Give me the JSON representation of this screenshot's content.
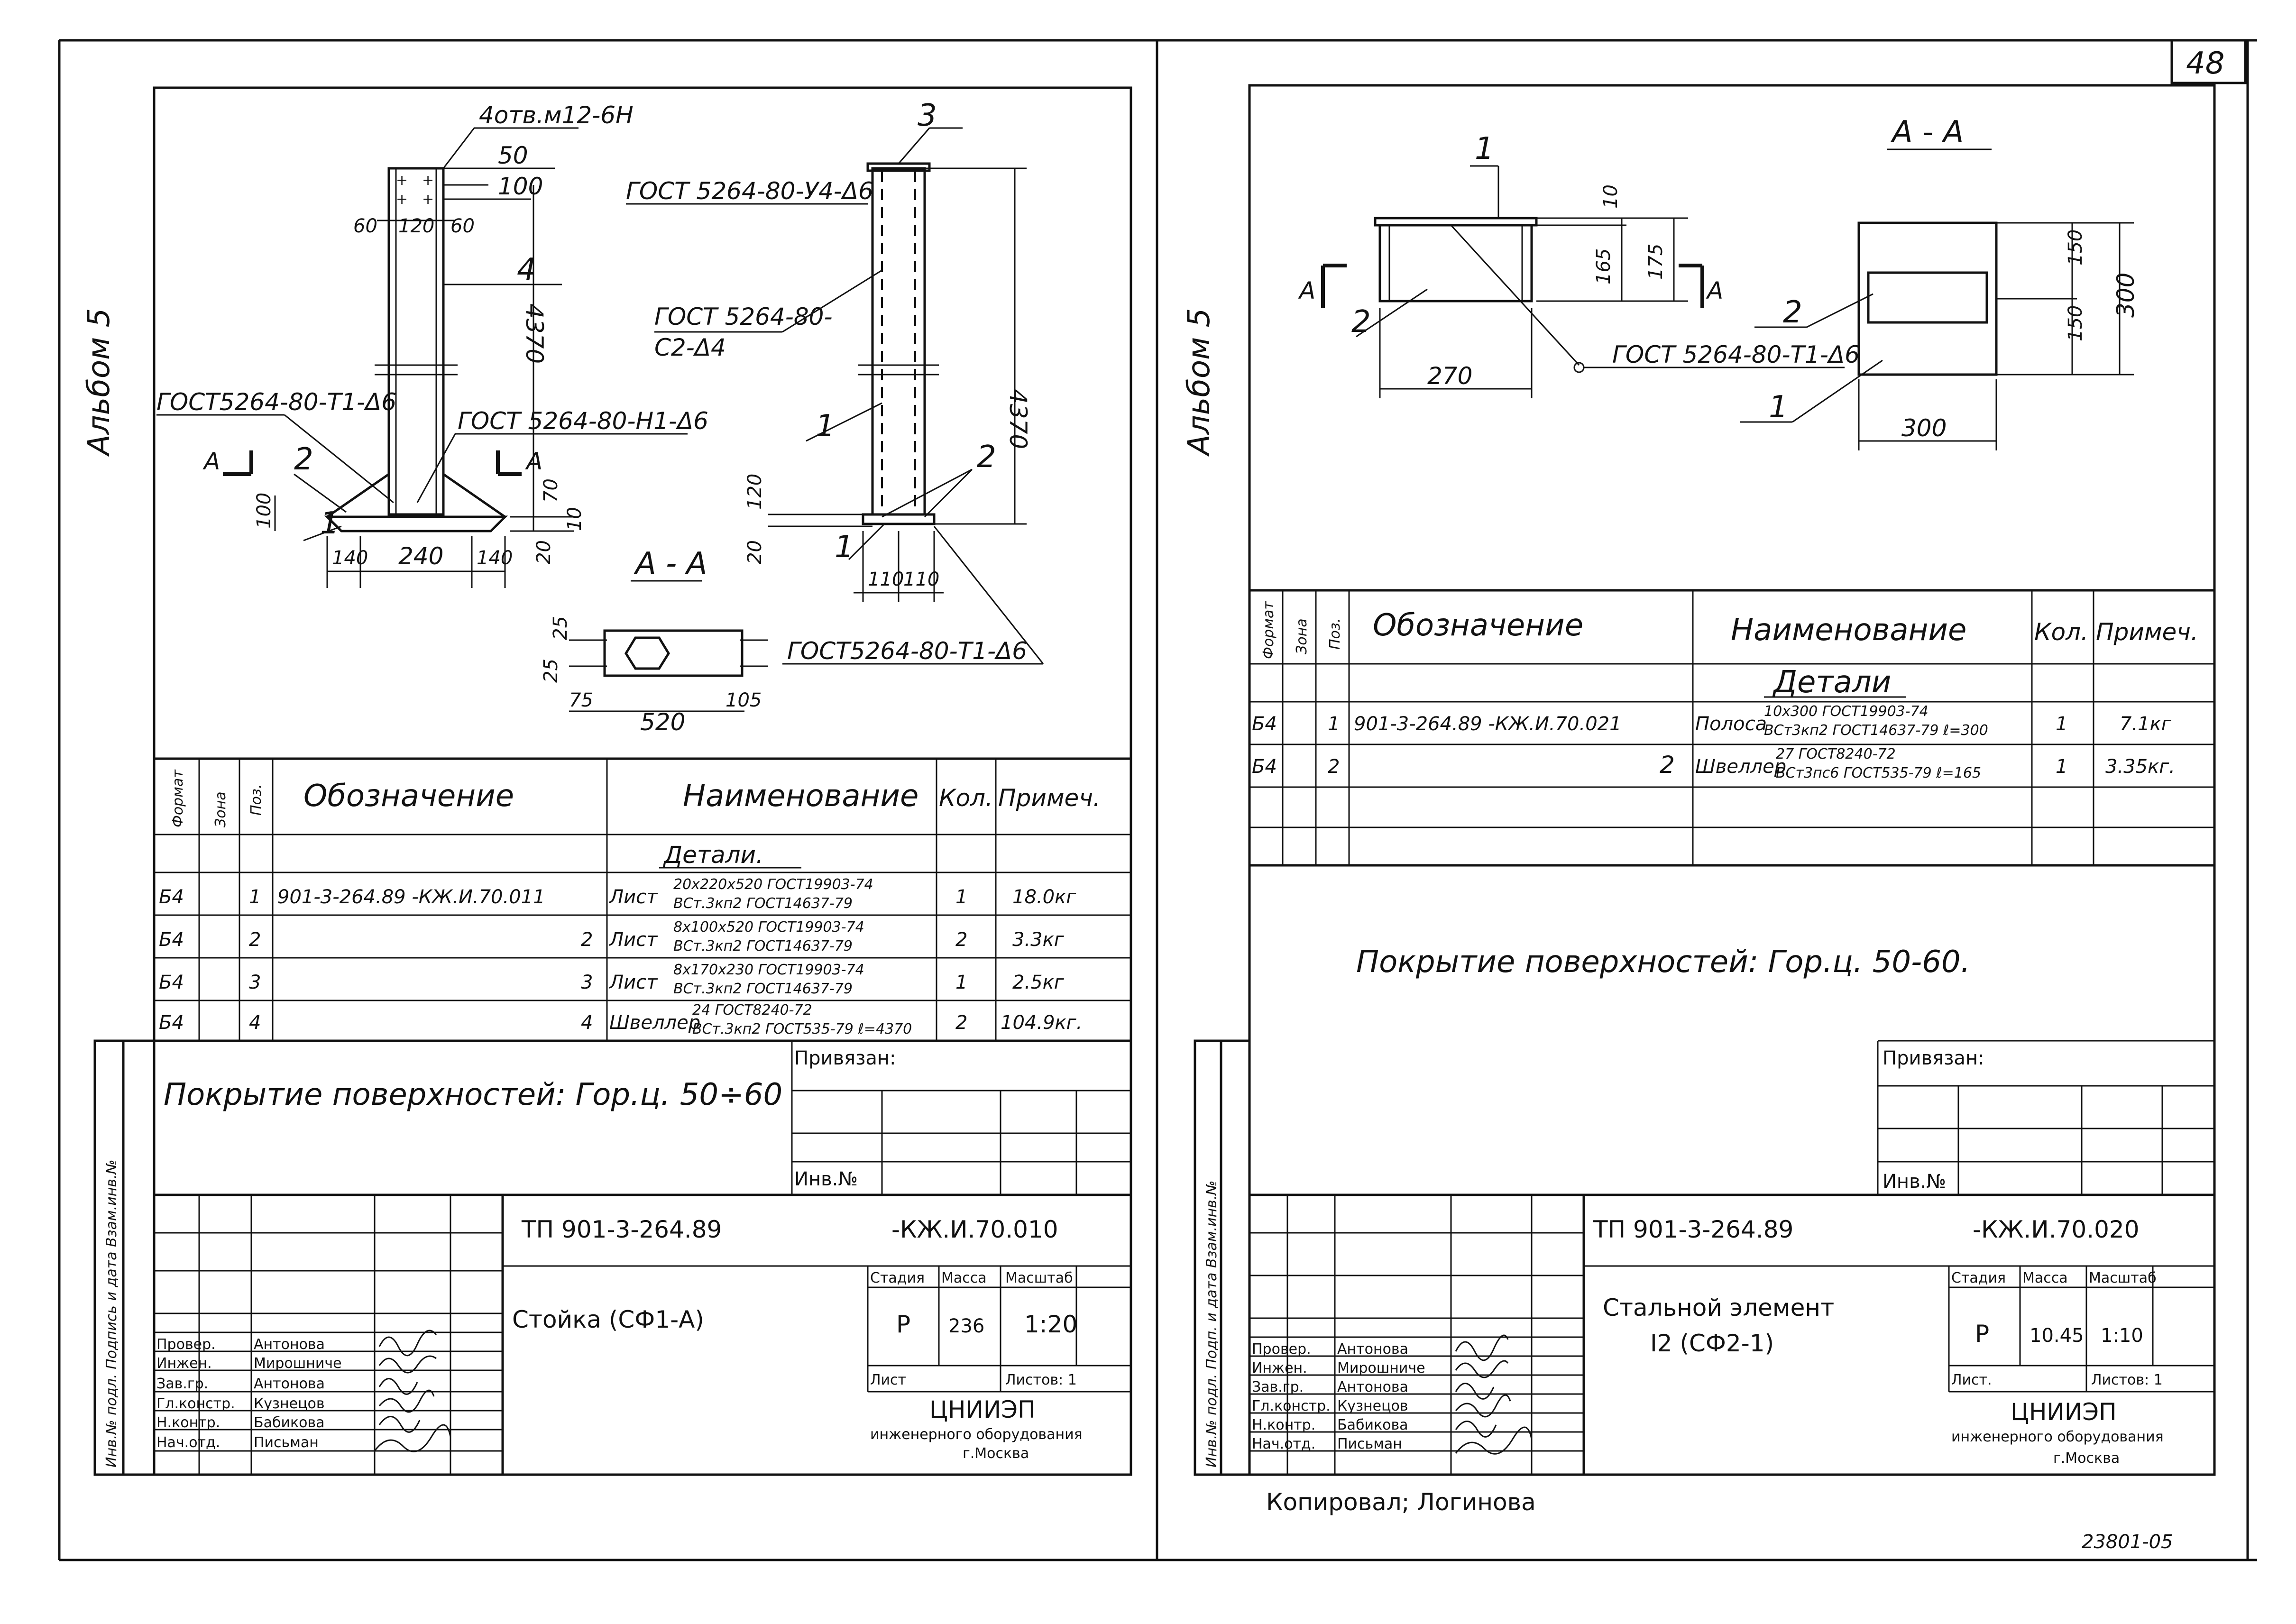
{
  "page_number": "48",
  "footer_code": "23801-05",
  "copied_by": "Копировал; Логинова",
  "left": {
    "album": "Альбом 5",
    "side_stamp": "Инв.№ подл. Подпись и дата Взам.инв.№",
    "callouts": {
      "thread": "4отв.м12-6Н",
      "weld_top": "ГОСТ 5264-80-У4-Δ6",
      "weld_side_1": "ГОСТ 5264-80-",
      "weld_side_2": "С2-Δ4",
      "weld_base_left": "ГОСТ5264-80-Т1-Δ6",
      "weld_base_mid": "ГОСТ 5264-80-Н1-Δ6",
      "weld_bottom": "ГОСТ5264-80-Т1-Δ6",
      "section_title": "А - А",
      "section_mark": "А"
    },
    "dims": {
      "d50": "50",
      "d100a": "100",
      "d60l": "60",
      "d120": "120",
      "d60r": "60",
      "d4370a": "4370",
      "d4370b": "4370",
      "d100b": "100",
      "d70": "70",
      "d10": "10",
      "d20a": "20",
      "d140l": "140",
      "d240": "240",
      "d140r": "140",
      "d120b": "120",
      "d20b": "20",
      "d110l": "110",
      "d110r": "110",
      "d25a": "25",
      "d25b": "25",
      "d75": "75",
      "d520": "520",
      "d105": "105"
    },
    "positions": {
      "p1a": "1",
      "p2a": "2",
      "p3": "3",
      "p4": "4",
      "p1b": "1",
      "p2b": "2",
      "p1c": "1"
    },
    "spec": {
      "headers": {
        "format": "Формат",
        "zone": "Зона",
        "pos": "Поз.",
        "designation": "Обозначение",
        "name": "Наименование",
        "qty": "Кол.",
        "note": "Примеч."
      },
      "section": "Детали.",
      "rows": [
        {
          "format": "Б4",
          "pos": "1",
          "designation": "901-3-264.89   -КЖ.И.70.011",
          "name": "Лист",
          "spec_top": "20х220х520 ГОСТ19903-74",
          "spec_bot": "ВСт.3кп2 ГОСТ14637-79",
          "qty": "1",
          "note": "18.0кг"
        },
        {
          "format": "Б4",
          "pos": "2",
          "designation": "2",
          "name": "Лист",
          "spec_top": "8х100х520 ГОСТ19903-74",
          "spec_bot": "ВСт.3кп2 ГОСТ14637-79",
          "qty": "2",
          "note": "3.3кг"
        },
        {
          "format": "Б4",
          "pos": "3",
          "designation": "3",
          "name": "Лист",
          "spec_top": "8х170х230 ГОСТ19903-74",
          "spec_bot": "ВСт.3кп2 ГОСТ14637-79",
          "qty": "1",
          "note": "2.5кг"
        },
        {
          "format": "Б4",
          "pos": "4",
          "designation": "4",
          "name": "Швеллер",
          "spec_top": "24 ГОСТ8240-72",
          "spec_bot": "ВСт.3кп2 ГОСТ535-79 ℓ=4370",
          "qty": "2",
          "note": "104.9кг."
        }
      ]
    },
    "coating": "Покрытие поверхностей: Гор.ц. 50÷60",
    "title_block": {
      "privyazan": "Привязан:",
      "inv": "Инв.№",
      "doc_code": "ТП 901-3-264.89",
      "doc_sheet": "-КЖ.И.70.010",
      "name": "Стойка (СФ1-А)",
      "stage_h": "Стадия",
      "mass_h": "Масса",
      "scale_h": "Масштаб",
      "stage": "Р",
      "mass": "236",
      "scale": "1:20",
      "sheet_h": "Лист",
      "sheets_h": "Листов: 1",
      "org_1": "ЦНИИЭП",
      "org_2": "инженерного оборудования",
      "org_3": "г.Москва",
      "roles": [
        "Провер.",
        "Инжен.",
        "Зав.гр.",
        "Гл.констр.",
        "Н.контр.",
        "Нач.отд."
      ],
      "names": [
        "Антонова",
        "Мирошниче",
        "Антонова",
        "Кузнецов",
        "Бабикова",
        "Письман"
      ]
    }
  },
  "right": {
    "album": "Альбом 5",
    "side_stamp": "Инв.№ подл. Подп. и дата Взам.инв.№",
    "callouts": {
      "section_title": "А - А",
      "weld": "ГОСТ 5264-80-Т1-Δ6",
      "section_mark_l": "А",
      "section_mark_r": "А"
    },
    "dims": {
      "d10": "10",
      "d165": "165",
      "d175": "175",
      "d270": "270",
      "d150a": "150",
      "d150b": "150",
      "d300v": "300",
      "d300h": "300"
    },
    "positions": {
      "p1a": "1",
      "p2a": "2",
      "p2b": "2",
      "p1b": "1"
    },
    "spec": {
      "headers": {
        "format": "Формат",
        "zone": "Зона",
        "pos": "Поз.",
        "designation": "Обозначение",
        "name": "Наименование",
        "qty": "Кол.",
        "note": "Примеч."
      },
      "section": "Детали",
      "rows": [
        {
          "format": "Б4",
          "pos": "1",
          "designation": "901-3-264.89   -КЖ.И.70.021",
          "name": "Полоса",
          "spec_top": "10х300 ГОСТ19903-74",
          "spec_bot": "ВСт3кп2 ГОСТ14637-79 ℓ=300",
          "qty": "1",
          "note": "7.1кг"
        },
        {
          "format": "Б4",
          "pos": "2",
          "designation": "2",
          "name": "Швеллер",
          "spec_top": "27 ГОСТ8240-72",
          "spec_bot": "ВСт3пс6 ГОСТ535-79 ℓ=165",
          "qty": "1",
          "note": "3.35кг."
        }
      ]
    },
    "coating": "Покрытие поверхностей: Гор.ц. 50-60.",
    "title_block": {
      "privyazan": "Привязан:",
      "inv": "Инв.№",
      "doc_code": "ТП 901-3-264.89",
      "doc_sheet": "-КЖ.И.70.020",
      "name_1": "Стальной элемент",
      "name_2": "I2 (СФ2-1)",
      "stage_h": "Стадия",
      "mass_h": "Масса",
      "scale_h": "Масштаб",
      "stage": "Р",
      "mass": "10.45",
      "scale": "1:10",
      "sheet_h": "Лист.",
      "sheets_h": "Листов: 1",
      "org_1": "ЦНИИЭП",
      "org_2": "инженерного оборудования",
      "org_3": "г.Москва",
      "roles": [
        "Провер.",
        "Инжен.",
        "Зав.гр.",
        "Гл.констр.",
        "Н.контр.",
        "Нач.отд."
      ],
      "names": [
        "Антонова",
        "Мирошниче",
        "Антонова",
        "Кузнецов",
        "Бабикова",
        "Письман"
      ]
    }
  }
}
